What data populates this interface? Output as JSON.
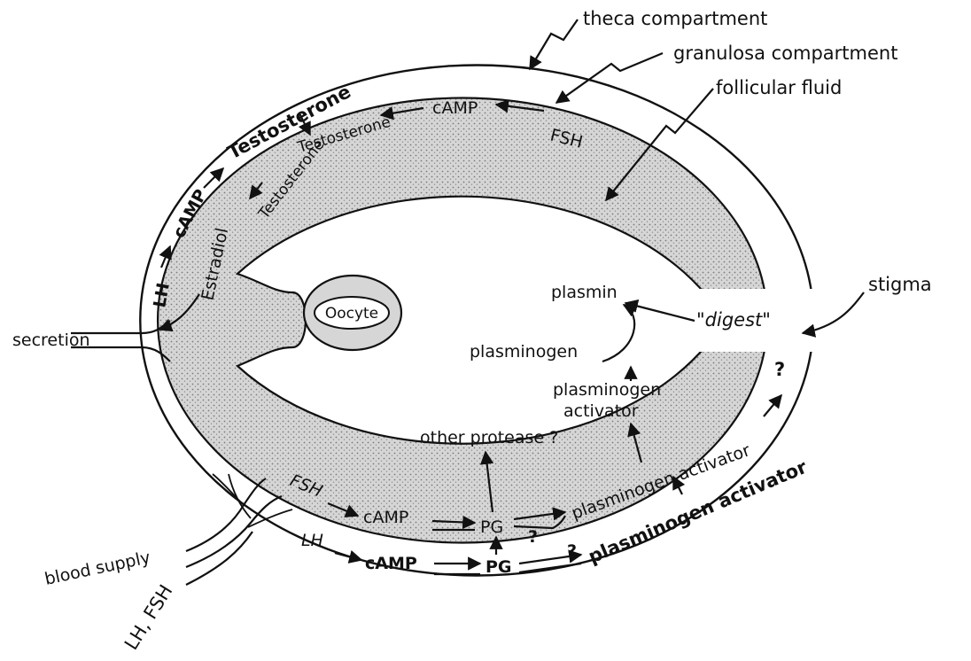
{
  "labels": {
    "theca": "theca compartment",
    "granulosa": "granulosa compartment",
    "fluid": "follicular fluid",
    "stigma": "stigma",
    "secretion": "secretion",
    "blood_supply": "blood supply",
    "lh_fsh": "LH, FSH",
    "oocyte": "Oocyte"
  },
  "theca_path": {
    "lh": "LH",
    "camp": "cAMP",
    "testosterone": "Testosterone",
    "lh_bottom": "LH",
    "camp_bottom": "cAMP",
    "pg_bottom": "PG",
    "question": "?",
    "plasminogen_activator": "plasminogen activator",
    "question_top": "?"
  },
  "granulosa_path": {
    "fsh_top": "FSH",
    "camp_top": "cAMP",
    "testosterone": "Testosterone",
    "estradiol": "Estradiol",
    "fsh_bottom": "FSH",
    "camp_bottom": "cAMP",
    "pg": "PG",
    "question": "?",
    "plasminogen_activator": "plasminogen activator"
  },
  "antrum": {
    "plasmin": "plasmin",
    "digest": "\"digest\"",
    "plasminogen": "plasminogen",
    "plasminogen_activator_line1": "plasminogen",
    "plasminogen_activator_line2": "activator",
    "other_protease": "other protease ?"
  }
}
